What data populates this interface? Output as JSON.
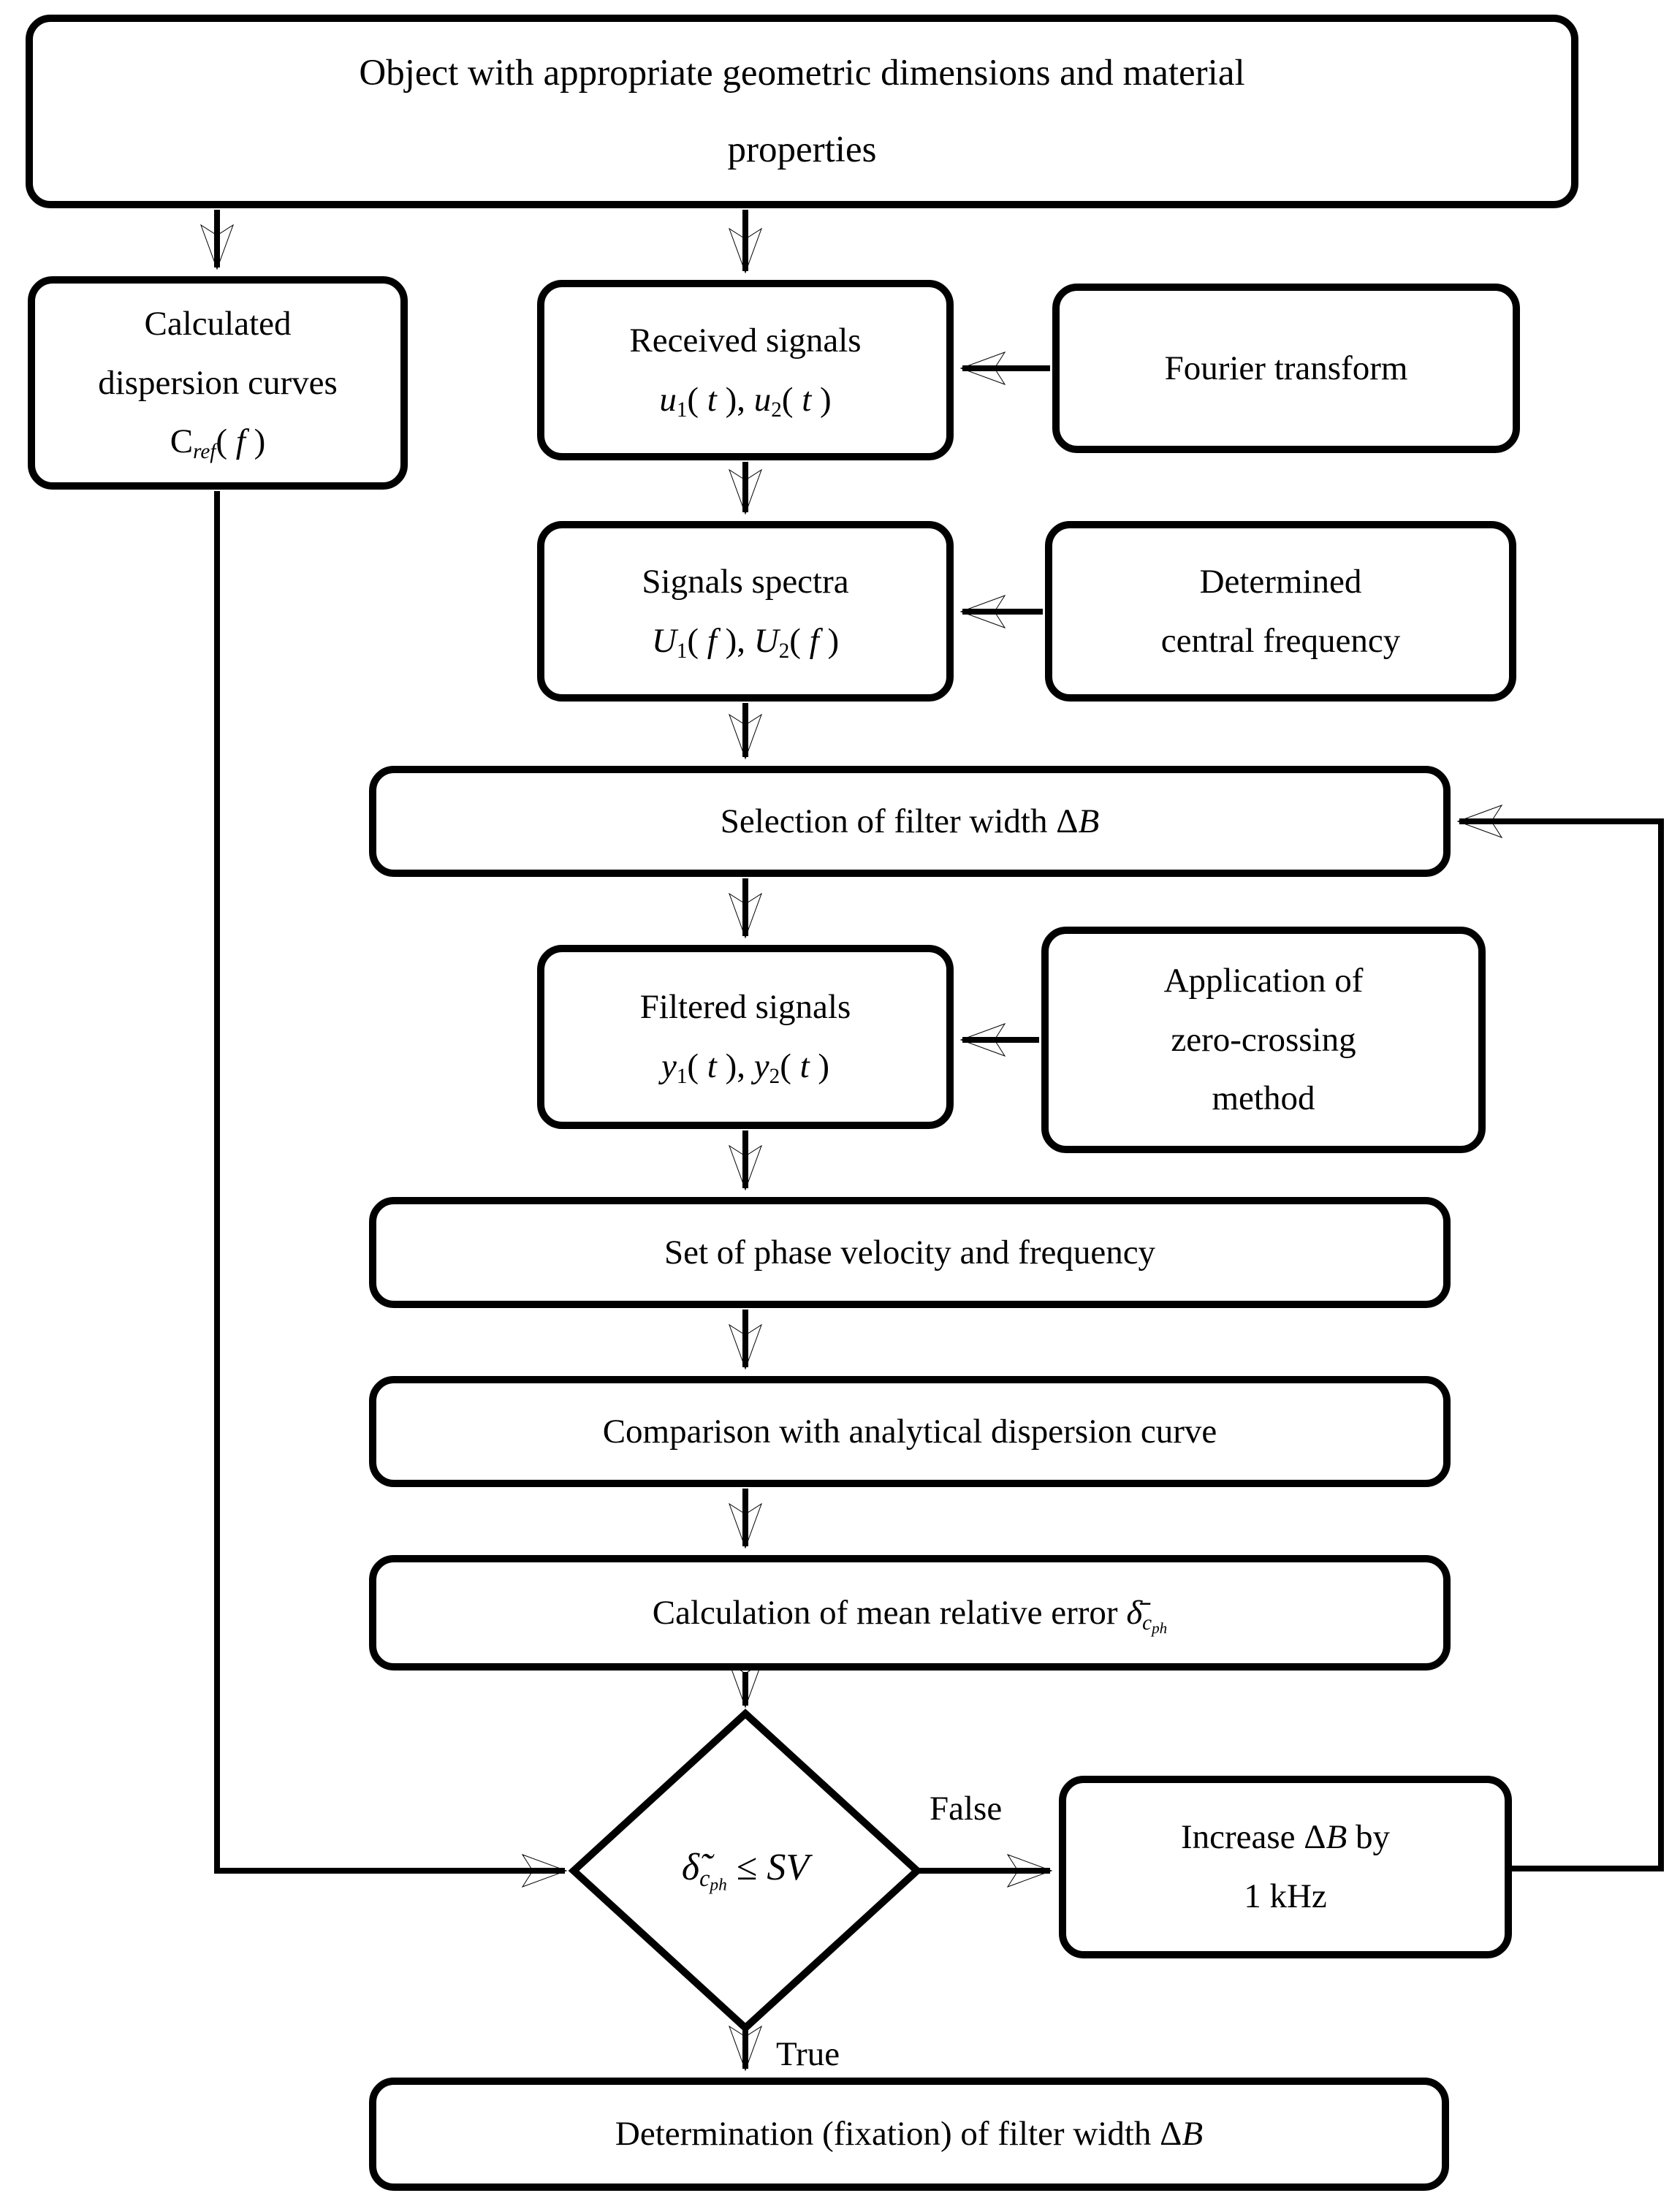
{
  "colors": {
    "ink": "#000000",
    "paper": "#ffffff"
  },
  "nodes": {
    "object": {
      "lines": [
        "Object with appropriate geometric dimensions and material",
        "properties"
      ]
    },
    "calc_curves": {
      "lines": [
        "Calculated",
        "dispersion curves"
      ],
      "formula": [
        {
          "t": "C"
        },
        {
          "t": "ref",
          "c": "sub it"
        },
        {
          "t": "( "
        },
        {
          "t": "f",
          "c": "it"
        },
        {
          "t": " )"
        }
      ]
    },
    "received": {
      "title": "Received signals",
      "formula": [
        {
          "t": "u",
          "c": "it"
        },
        {
          "t": "1",
          "c": "sub"
        },
        {
          "t": "( "
        },
        {
          "t": "t",
          "c": "it"
        },
        {
          "t": " ), "
        },
        {
          "t": "u",
          "c": "it"
        },
        {
          "t": "2",
          "c": "sub"
        },
        {
          "t": "( "
        },
        {
          "t": "t",
          "c": "it"
        },
        {
          "t": " )"
        }
      ]
    },
    "fourier": {
      "label": "Fourier transform"
    },
    "spectra": {
      "title": "Signals spectra",
      "formula": [
        {
          "t": "U",
          "c": "it"
        },
        {
          "t": "1",
          "c": "sub"
        },
        {
          "t": "( "
        },
        {
          "t": "f",
          "c": "it"
        },
        {
          "t": " ), "
        },
        {
          "t": "U",
          "c": "it"
        },
        {
          "t": "2",
          "c": "sub"
        },
        {
          "t": "( "
        },
        {
          "t": "f",
          "c": "it"
        },
        {
          "t": " )"
        }
      ]
    },
    "central": {
      "lines": [
        "Determined",
        "central frequency"
      ]
    },
    "selection": {
      "formula": [
        {
          "t": "Selection of filter width "
        },
        {
          "t": "Δ"
        },
        {
          "t": "B",
          "c": "it"
        }
      ]
    },
    "filtered": {
      "title": "Filtered signals",
      "formula": [
        {
          "t": "y",
          "c": "it"
        },
        {
          "t": "1",
          "c": "sub"
        },
        {
          "t": "( "
        },
        {
          "t": "t",
          "c": "it"
        },
        {
          "t": " ), "
        },
        {
          "t": "y",
          "c": "it"
        },
        {
          "t": "2",
          "c": "sub"
        },
        {
          "t": "( "
        },
        {
          "t": "t",
          "c": "it"
        },
        {
          "t": " )"
        }
      ]
    },
    "zerocross": {
      "lines": [
        "Application of",
        "zero-crossing",
        "method"
      ]
    },
    "setphase": {
      "label": "Set of phase velocity and frequency"
    },
    "comparison": {
      "label": "Comparison with analytical dispersion curve"
    },
    "calcerror": {
      "formula": [
        {
          "t": "Calculation of mean relative error "
        },
        {
          "t": "δ̄",
          "c": "it"
        },
        {
          "t": "c",
          "c": "sub it"
        },
        {
          "t": "ph",
          "c": "subsub it"
        }
      ]
    },
    "decision": {
      "formula": [
        {
          "t": "δ̃",
          "c": "it"
        },
        {
          "t": "c",
          "c": "sub it"
        },
        {
          "t": "ph",
          "c": "subsub it"
        },
        {
          "t": " ≤ "
        },
        {
          "t": "SV",
          "c": "it"
        }
      ]
    },
    "increase": {
      "formula": [
        {
          "t": "Increase "
        },
        {
          "t": "Δ"
        },
        {
          "t": "B",
          "c": "it"
        },
        {
          "t": " by"
        }
      ],
      "line2": "1 kHz"
    },
    "determination": {
      "formula": [
        {
          "t": "Determination (fixation) of filter width "
        },
        {
          "t": "Δ"
        },
        {
          "t": "B",
          "c": "it"
        }
      ]
    }
  },
  "labels": {
    "false_label": "False",
    "true_label": "True"
  }
}
